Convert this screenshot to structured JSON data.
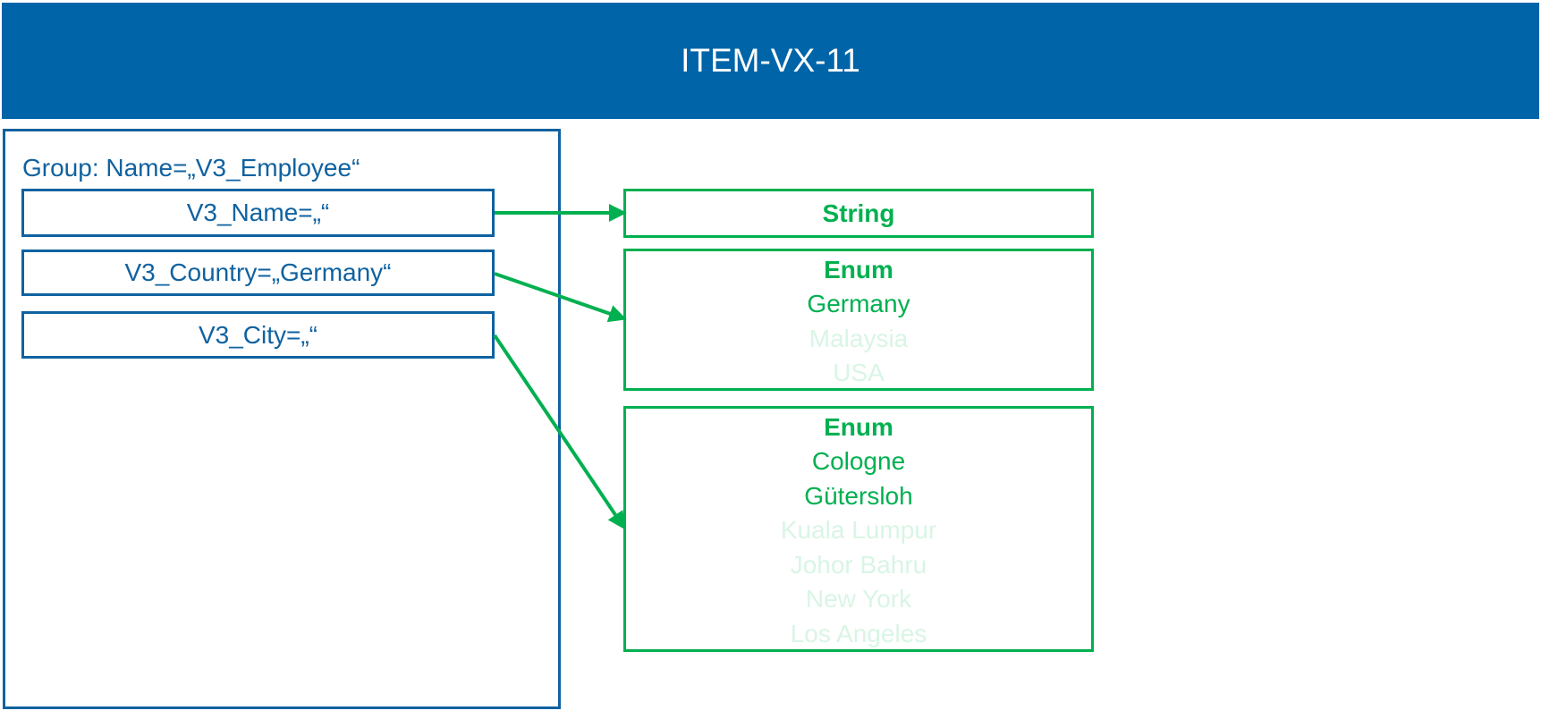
{
  "header": {
    "title": "ITEM-VX-11"
  },
  "group": {
    "label": "Group: Name=„V3_Employee“",
    "fields": {
      "name": "V3_Name=„“",
      "country": "V3_Country=„Germany“",
      "city": "V3_City=„“"
    }
  },
  "types": {
    "string": {
      "label": "String"
    },
    "country": {
      "label": "Enum",
      "options": [
        "Germany",
        "Malaysia",
        "USA"
      ],
      "active_options": [
        "Germany"
      ]
    },
    "city": {
      "label": "Enum",
      "options": [
        "Cologne",
        "Gütersloh",
        "Kuala Lumpur",
        "Johor Bahru",
        "New York",
        "Los Angeles"
      ],
      "active_options": [
        "Cologne",
        "Gütersloh"
      ]
    }
  },
  "colors": {
    "header_bg": "#0064a8",
    "group_blue": "#0f62a0",
    "type_green": "#00b050",
    "inactive_green": "#d9f5e5"
  }
}
